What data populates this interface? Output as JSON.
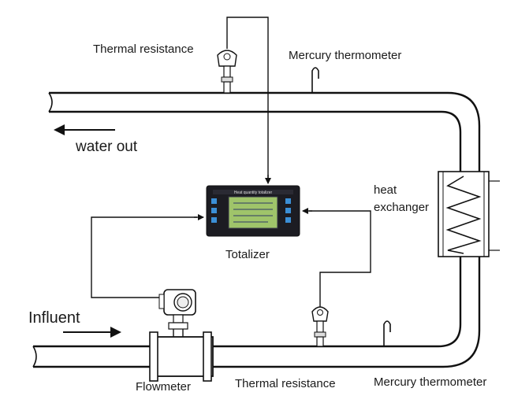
{
  "labels": {
    "thermal_resistance_top": "Thermal resistance",
    "mercury_thermometer_top": "Mercury thermometer",
    "water_out": "water out",
    "heat": "heat",
    "exchanger": "exchanger",
    "totalizer": "Totalizer",
    "influent": "Influent",
    "flowmeter": "Flowmeter",
    "thermal_resistance_bottom": "Thermal resistance",
    "mercury_thermometer_bottom": "Mercury thermometer",
    "totalizer_header": "Heat quantity totalizer"
  },
  "colors": {
    "line": "#111111",
    "device_body": "#1c1c22",
    "screen": "#9fc46a",
    "button": "#3b8fd6"
  },
  "icons": [
    "sensor-probe-icon",
    "thermometer-icon",
    "arrow-icon",
    "coil-icon"
  ]
}
